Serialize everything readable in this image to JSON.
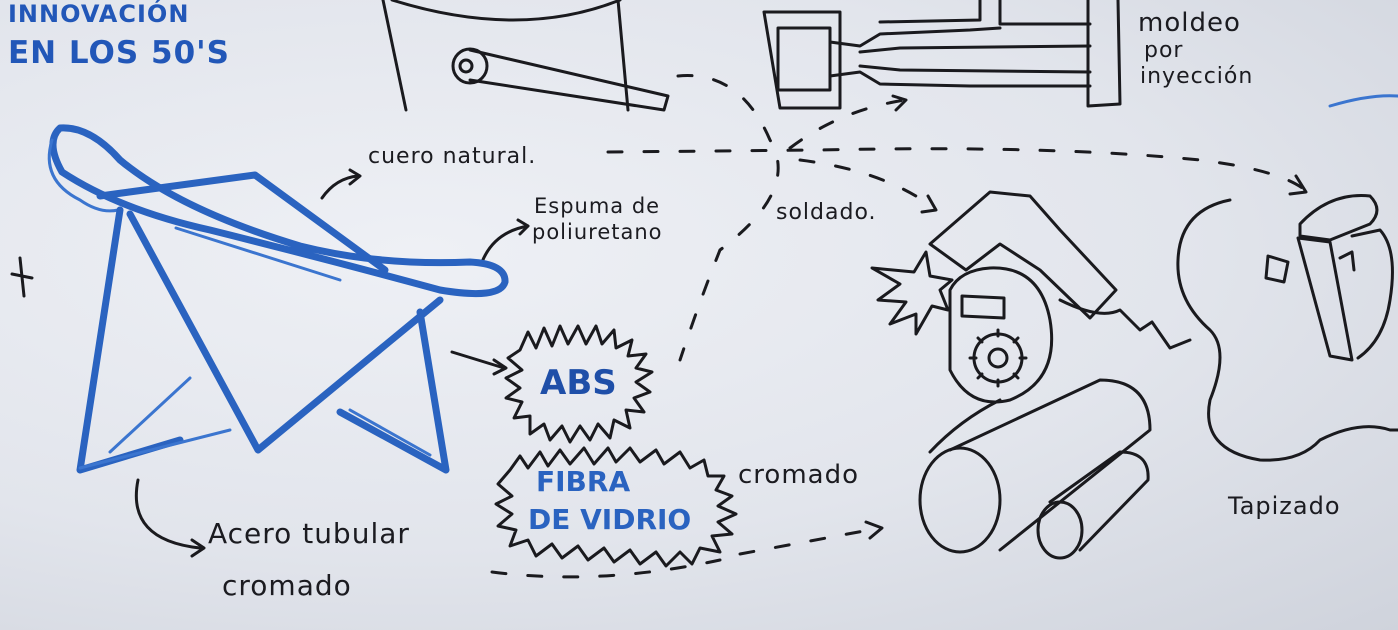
{
  "title_line1": "INNOVACIÓN",
  "title_line2": "EN LOS 50'S",
  "labels": {
    "cuero": "cuero natural.",
    "espuma_1": "Espuma de",
    "espuma_2": "poliuretano",
    "abs": "ABS",
    "fibra_1": "FIBRA",
    "fibra_2": "DE VIDRIO",
    "acero_1": "Acero tubular",
    "acero_2": "cromado",
    "cromado_process": "cromado",
    "soldado": "soldado.",
    "moldeo_1": "moldeo",
    "moldeo_2": "por",
    "moldeo_3": "inyección",
    "tapizado": "Tapizado"
  },
  "colors": {
    "blue_ink": "#2a63c0",
    "black_ink": "#1a1a1e",
    "paper": "#e6e9ef"
  }
}
